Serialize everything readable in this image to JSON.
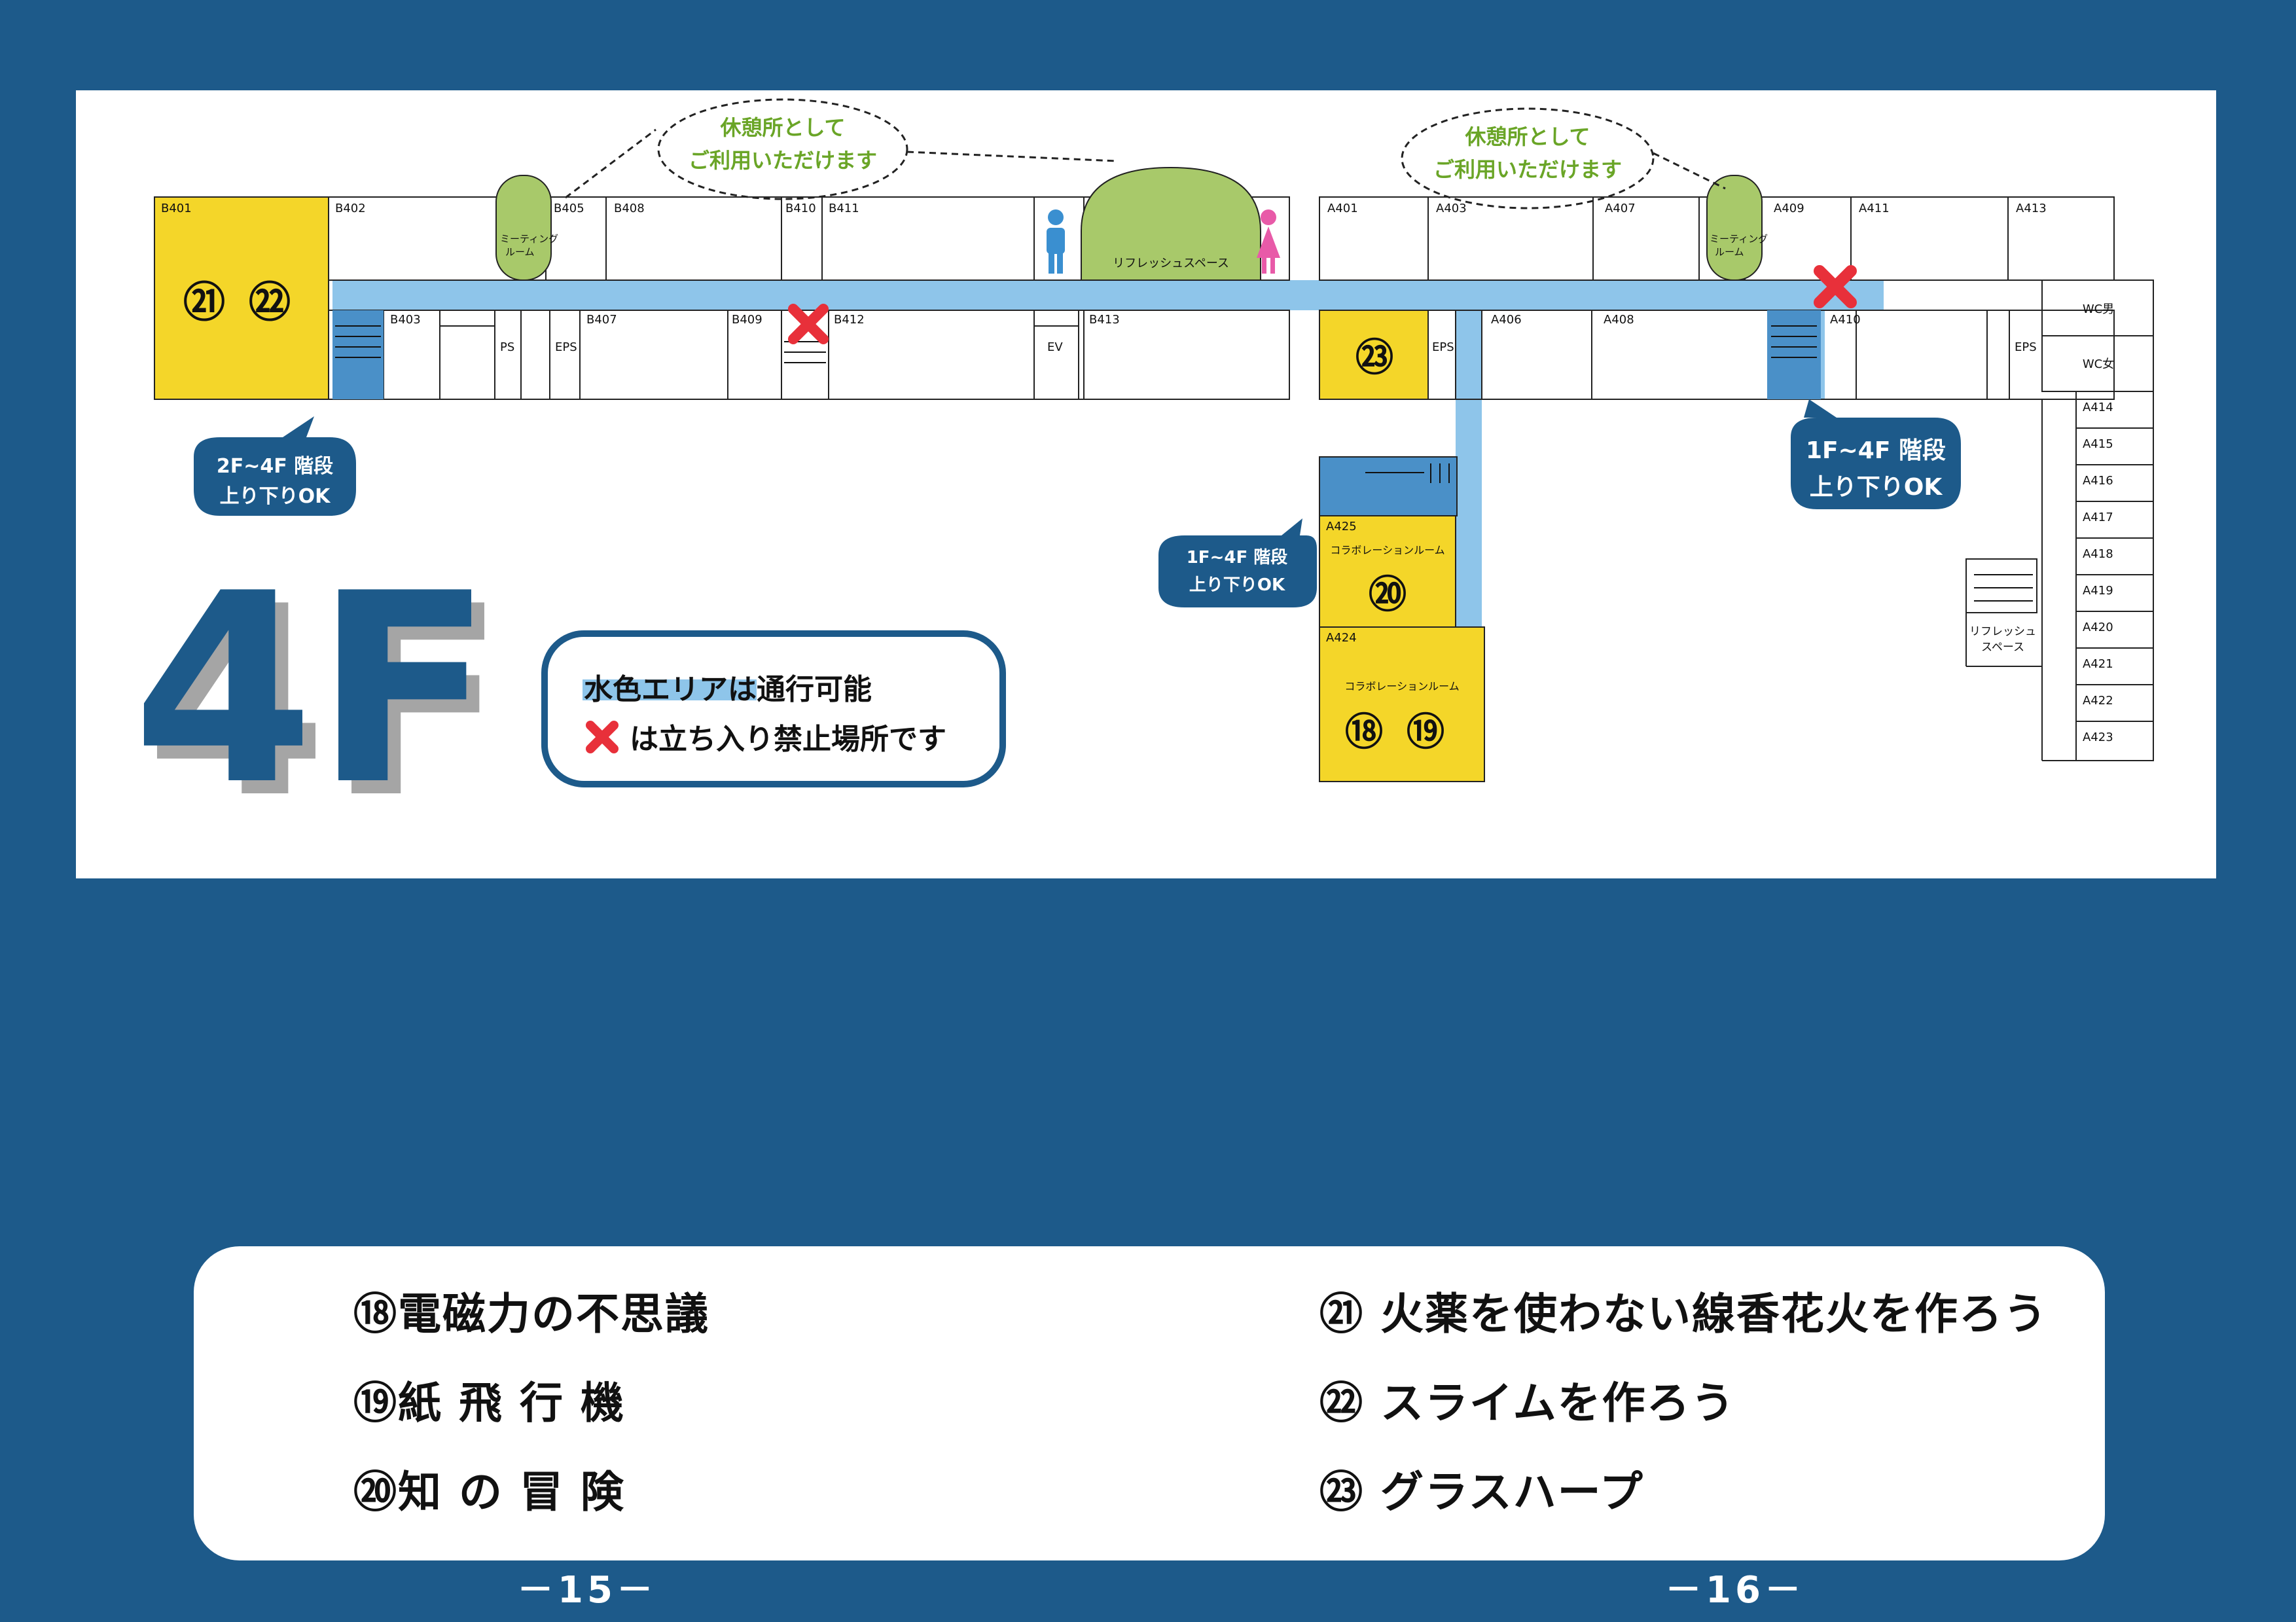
{
  "floor": {
    "title": "4F",
    "rooms": [
      "B401",
      "B402",
      "B403",
      "B405",
      "B407",
      "B408",
      "B409",
      "B410",
      "B411",
      "B412",
      "B413",
      "PS",
      "EPS",
      "EV",
      "A401",
      "A403",
      "A406",
      "A407",
      "A408",
      "A409",
      "A410",
      "A411",
      "A413",
      "A414",
      "A415",
      "A416",
      "A417",
      "A418",
      "A419",
      "A420",
      "A421",
      "A422",
      "A423",
      "A424",
      "A425"
    ],
    "room_labels": {
      "meeting": [
        "ミーティング",
        "ルーム"
      ],
      "refresh_center": "リフレッシュスペース",
      "refresh_east": [
        "リフレッシュ",
        "スペース"
      ],
      "collab": "コラボレーションルーム",
      "wc_men": "WC男",
      "wc_women": "WC女"
    },
    "rest_callout": [
      "休憩所として",
      "ご利用いただけます"
    ],
    "stairs_callouts": {
      "west": [
        "2F~4F 階段",
        "上り下りOK"
      ],
      "east": [
        "1F~4F 階段",
        "上り下りOK"
      ],
      "center": [
        "1F~4F 階段",
        "上り下りOK"
      ]
    },
    "markers": {
      "b401": [
        "㉑",
        "㉒"
      ],
      "center": "㉓",
      "a425": "⑳",
      "a424": [
        "⑱",
        "⑲"
      ]
    },
    "info": {
      "passable": "水色エリアは通行可能",
      "forbidden": "は立ち入り禁止場所です"
    }
  },
  "legend": {
    "left": [
      "⑱電磁力の不思議",
      "⑲紙 飛 行 機",
      "⑳知 の 冒 険"
    ],
    "right": [
      "㉑ 火薬を使わない線香花火を作ろう",
      "㉒ スライムを作ろう",
      "㉓ グラスハープ"
    ]
  },
  "pages": {
    "left": "－15－",
    "right": "－16－"
  },
  "colors": {
    "background": "#1d5a8a",
    "corridor": "#8ec5ea",
    "stairs": "#4a90c8",
    "venue": "#f4d629",
    "rest": "#a8c96a",
    "forbidden": "#e8303a",
    "callout": "#1d5a8a",
    "rest_text": "#6aa527"
  }
}
